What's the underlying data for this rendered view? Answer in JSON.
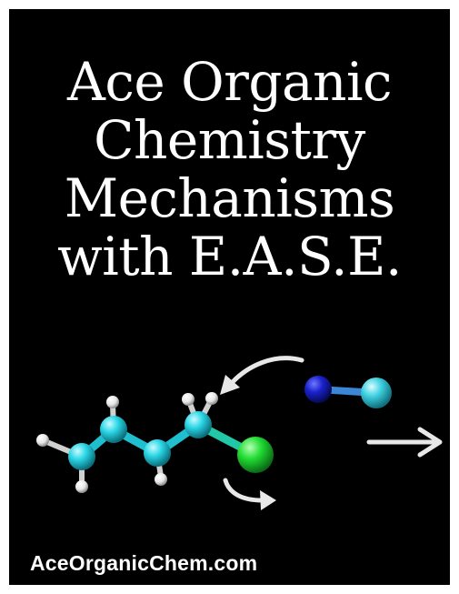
{
  "cover": {
    "background": "#000000",
    "title_lines": [
      "Ace Organic",
      "Chemistry",
      "Mechanisms",
      "with E.A.S.E."
    ],
    "website": "AceOrganicChem.com"
  },
  "molecule": {
    "carbon_color": "#2ad6e6",
    "hydrogen_color": "#f0f0f0",
    "leaving_group_color": "#22dd33",
    "nucleophile_dark_color": "#1a22cc",
    "nucleophile_light_color": "#3fd0e0",
    "arrow_color": "#e8e8e8",
    "icons": [
      "curved-arrow-icon",
      "reaction-arrow-icon"
    ]
  }
}
